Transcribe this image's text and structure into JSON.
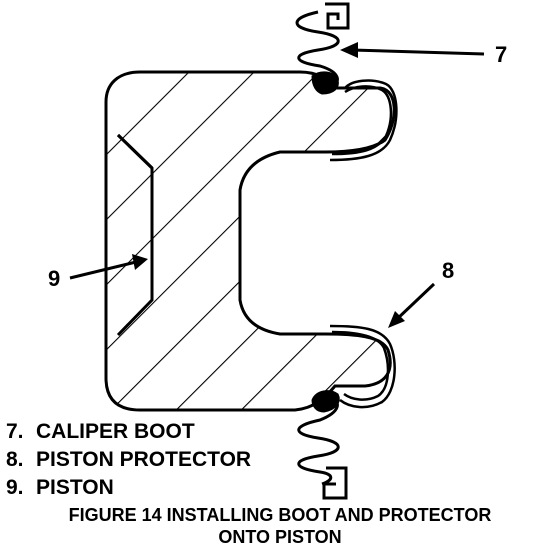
{
  "callouts": {
    "boot": "7",
    "protector": "8",
    "piston": "9"
  },
  "legend": [
    {
      "number": "7.",
      "label": "CALIPER BOOT"
    },
    {
      "number": "8.",
      "label": "PISTON PROTECTOR"
    },
    {
      "number": "9.",
      "label": "PISTON"
    }
  ],
  "caption": {
    "line1": "FIGURE 14 INSTALLING BOOT AND PROTECTOR",
    "line2": "ONTO PISTON"
  }
}
